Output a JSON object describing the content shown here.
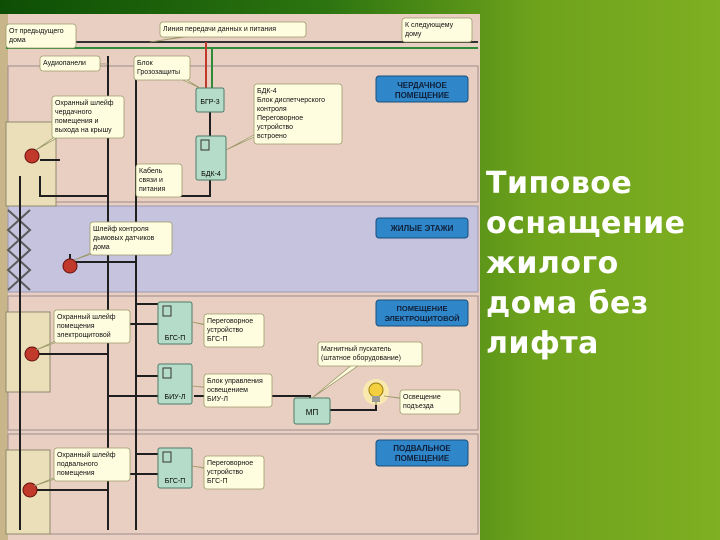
{
  "slide": {
    "title_lines": [
      "Типовое",
      "оснащение",
      "жилого",
      "дома без",
      "лифта"
    ]
  },
  "zones": {
    "attic": [
      "ЧЕРДАЧНОЕ",
      "ПОМЕЩЕНИЕ"
    ],
    "living": [
      "ЖИЛЫЕ ЭТАЖИ"
    ],
    "electrical": [
      "ПОМЕЩЕНИЕ",
      "ЭЛЕКТРОЩИТОВОЙ"
    ],
    "basement": [
      "ПОДВАЛЬНОЕ",
      "ПОМЕЩЕНИЕ"
    ]
  },
  "devices": {
    "grz": "БГР-3",
    "bdk": "БДК-4",
    "bgs1": "БГС-П",
    "biu": "БИУ-Л",
    "mp": "МП",
    "bgs2": "БГС-П"
  },
  "callouts": {
    "prev_house": [
      "От предыдущего",
      "дома"
    ],
    "data_line": [
      "Линия передачи данных и питания"
    ],
    "next_house": [
      "К следующему",
      "дому"
    ],
    "audio": [
      "Аудиопанели"
    ],
    "lightning": [
      "Блок",
      "Грозозащиты"
    ],
    "bdk_desc": [
      "БДК-4",
      "Блок диспетчерского",
      "контроля",
      "Переговорное",
      "устройство",
      "встроено"
    ],
    "attic_loop": [
      "Охранный шлейф",
      "чердачного",
      "помещения и",
      "выхода на крышу"
    ],
    "cable": [
      "Кабель",
      "связи и",
      "питания"
    ],
    "smoke_loop": [
      "Шлейф контроля",
      "дымовых датчиков",
      "дома"
    ],
    "elec_loop": [
      "Охранный шлейф",
      "помещения",
      "электрощитовой"
    ],
    "intercom1": [
      "Переговорное",
      "устройство",
      "БГС-П"
    ],
    "starter": [
      "Магнитный пускатель",
      "(штатное оборудование)"
    ],
    "control": [
      "Блок управления",
      "освещением",
      "БИУ-Л"
    ],
    "light": [
      "Освещение",
      "подъезда"
    ],
    "basement_loop": [
      "Охранный шлейф",
      "подвального",
      "помещения"
    ],
    "intercom2": [
      "Переговорное",
      "устройство",
      "БГС-П"
    ]
  }
}
